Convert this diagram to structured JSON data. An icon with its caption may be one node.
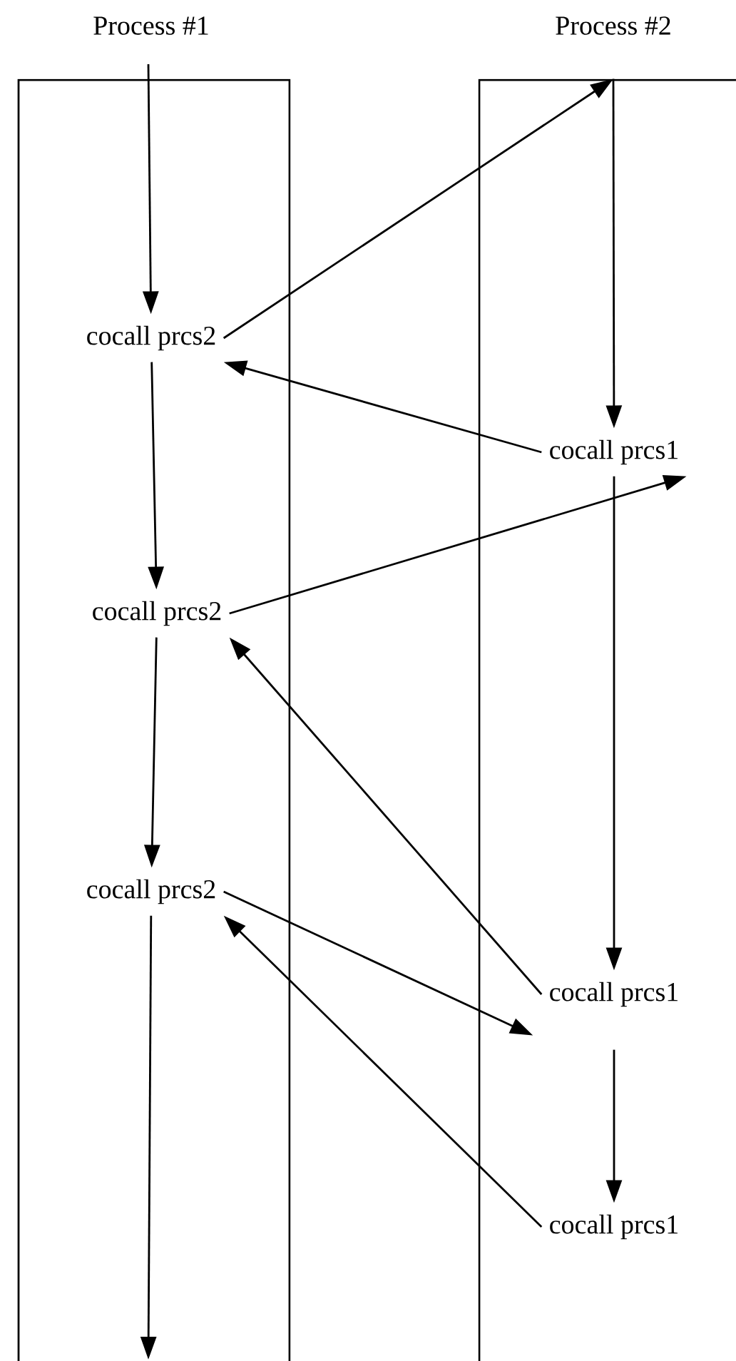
{
  "diagram": {
    "nodes": [
      {
        "text": [
          "Process #1"
        ]
      },
      {
        "text": [
          "Process #2"
        ]
      },
      {
        "text": [
          "cocall prcs2"
        ],
        "in": 0
      },
      {
        "text": [
          "cocall prcs2"
        ],
        "in": 0
      },
      {
        "text": [
          "cocall prcs2"
        ],
        "in": 0
      },
      {
        "text": [
          "cocall prcs1"
        ],
        "in": 1
      },
      {
        "text": [
          "cocall prcs1"
        ],
        "in": 1
      },
      {
        "text": [
          "cocall prcs1"
        ],
        "in": 1
      }
    ],
    "edges": [
      {
        "from": null,
        "to": 2,
        "arrow": "to"
      },
      {
        "from": 2,
        "to": 3,
        "arrow": "to"
      },
      {
        "from": 3,
        "to": 4,
        "arrow": "to"
      },
      {
        "from": 4,
        "to": null,
        "arrow": "to"
      },
      {
        "from": 2,
        "to": 1,
        "arrow": "to"
      },
      {
        "from": 1,
        "to": 5,
        "arrow": "to"
      },
      {
        "from": 5,
        "to": 2,
        "arrow": "to"
      },
      {
        "from": 3,
        "to": 5,
        "arrow": "to"
      },
      {
        "from": 5,
        "to": 6,
        "arrow": "to"
      },
      {
        "from": 6,
        "to": 3,
        "arrow": "to"
      },
      {
        "from": 4,
        "to": 6,
        "arrow": "to"
      },
      {
        "from": 6,
        "to": 7,
        "arrow": "to"
      },
      {
        "from": 7,
        "to": 4,
        "arrow": "to"
      }
    ]
  }
}
